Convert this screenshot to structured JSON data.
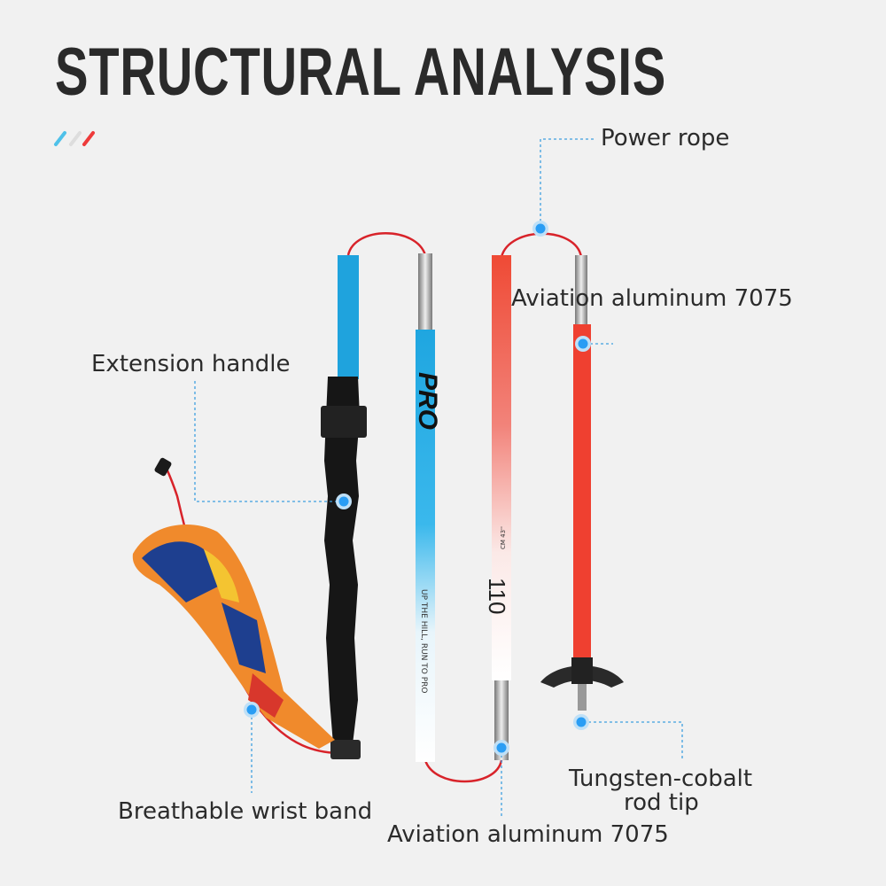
{
  "title": "STRUCTURAL ANALYSIS",
  "accent_colors": {
    "blue": "#4fc1e9",
    "gray": "#dddddd",
    "red": "#ee3b3b",
    "marker": "#2a9df4"
  },
  "labels": {
    "power_rope": "Power rope",
    "aluminum_top": "Aviation aluminum 7075",
    "extension_handle": "Extension handle",
    "wrist_band": "Breathable wrist band",
    "aluminum_bottom": "Aviation aluminum 7075",
    "rod_tip_line1": "Tungsten-cobalt",
    "rod_tip_line2": "rod tip"
  },
  "pole_print": {
    "brand": "PRO",
    "slogan": "UP THE HILL, RUN TO PRO",
    "length": "110",
    "length_units": "CM 43''"
  }
}
